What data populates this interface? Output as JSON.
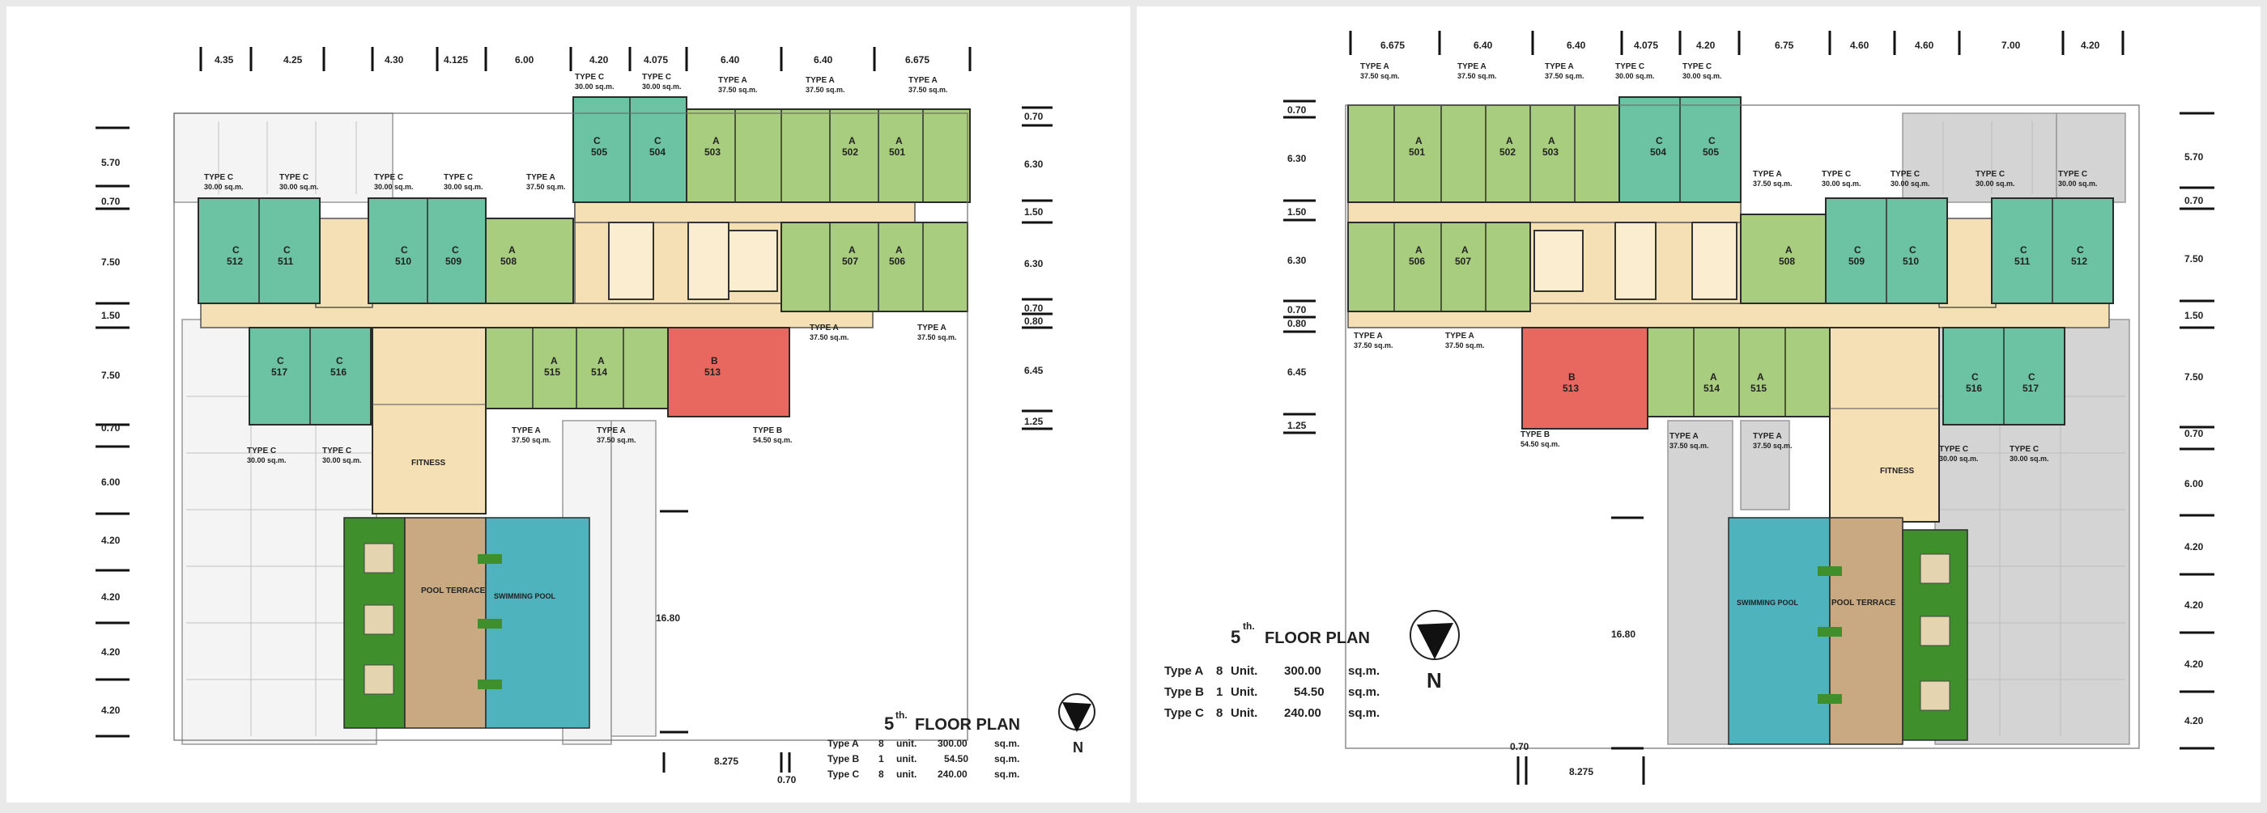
{
  "panels": [
    {
      "id": "left",
      "title_num": "5",
      "title_sup": "th.",
      "title_text": "FLOOR PLAN",
      "north_label": "N",
      "top_dims": [
        "4.35",
        "4.25",
        "4.30",
        "4.125",
        "6.00",
        "4.20",
        "4.075",
        "6.40",
        "6.40",
        "6.675"
      ],
      "left_dims": [
        "5.70",
        "0.70",
        "7.50",
        "1.50",
        "7.50",
        "0.70",
        "6.00",
        "4.20",
        "4.20",
        "4.20",
        "4.20"
      ],
      "right_dims": [
        "0.70",
        "6.30",
        "1.50",
        "6.30",
        "0.70",
        "0.80",
        "6.45",
        "1.25"
      ],
      "bottom_dims": [
        "8.275",
        "0.70"
      ],
      "pool_dim": "16.80",
      "summary": [
        {
          "type": "Type A",
          "count": "8",
          "unit": "unit.",
          "area": "300.00",
          "area_unit": "sq.m."
        },
        {
          "type": "Type B",
          "count": "1",
          "unit": "unit.",
          "area": "54.50",
          "area_unit": "sq.m."
        },
        {
          "type": "Type C",
          "count": "8",
          "unit": "unit.",
          "area": "240.00",
          "area_unit": "sq.m."
        }
      ],
      "units": [
        {
          "type": "C",
          "no": "505"
        },
        {
          "type": "C",
          "no": "504"
        },
        {
          "type": "A",
          "no": "503"
        },
        {
          "type": "A",
          "no": "502"
        },
        {
          "type": "A",
          "no": "501"
        },
        {
          "type": "C",
          "no": "512"
        },
        {
          "type": "C",
          "no": "511"
        },
        {
          "type": "C",
          "no": "510"
        },
        {
          "type": "C",
          "no": "509"
        },
        {
          "type": "A",
          "no": "508"
        },
        {
          "type": "A",
          "no": "507"
        },
        {
          "type": "A",
          "no": "506"
        },
        {
          "type": "C",
          "no": "517"
        },
        {
          "type": "C",
          "no": "516"
        },
        {
          "type": "A",
          "no": "515"
        },
        {
          "type": "A",
          "no": "514"
        },
        {
          "type": "B",
          "no": "513"
        }
      ],
      "type_labels": [
        {
          "name": "TYPE C",
          "area": "30.00 sq.m."
        },
        {
          "name": "TYPE C",
          "area": "30.00 sq.m."
        },
        {
          "name": "TYPE A",
          "area": "37.50 sq.m."
        },
        {
          "name": "TYPE A",
          "area": "37.50 sq.m."
        },
        {
          "name": "TYPE A",
          "area": "37.50 sq.m."
        },
        {
          "name": "TYPE C",
          "area": "30.00 sq.m."
        },
        {
          "name": "TYPE C",
          "area": "30.00 sq.m."
        },
        {
          "name": "TYPE C",
          "area": "30.00 sq.m."
        },
        {
          "name": "TYPE C",
          "area": "30.00 sq.m."
        },
        {
          "name": "TYPE A",
          "area": "37.50 sq.m."
        },
        {
          "name": "TYPE A",
          "area": "37.50 sq.m."
        },
        {
          "name": "TYPE A",
          "area": "37.50 sq.m."
        },
        {
          "name": "TYPE C",
          "area": "30.00 sq.m."
        },
        {
          "name": "TYPE C",
          "area": "30.00 sq.m."
        },
        {
          "name": "TYPE A",
          "area": "37.50 sq.m."
        },
        {
          "name": "TYPE A",
          "area": "37.50 sq.m."
        },
        {
          "name": "TYPE B",
          "area": "54.50 sq.m."
        }
      ],
      "rooms": {
        "fitness": "FITNESS",
        "pool_terrace": "POOL TERRACE",
        "pool": "SWIMMING POOL"
      }
    },
    {
      "id": "right",
      "title_num": "5",
      "title_sup": "th.",
      "title_text": "FLOOR PLAN",
      "north_label": "N",
      "top_dims": [
        "6.675",
        "6.40",
        "6.40",
        "4.075",
        "4.20",
        "6.75",
        "4.60",
        "4.60",
        "7.00",
        "4.20"
      ],
      "left_dims": [
        "0.70",
        "6.30",
        "1.50",
        "6.30",
        "0.70",
        "0.80",
        "6.45",
        "1.25"
      ],
      "right_dims": [
        "5.70",
        "0.70",
        "7.50",
        "1.50",
        "7.50",
        "0.70",
        "6.00",
        "4.20",
        "4.20",
        "4.20",
        "4.20"
      ],
      "bottom_dims": [
        "0.70",
        "8.275"
      ],
      "pool_dim": "16.80",
      "summary": [
        {
          "type": "Type A",
          "count": "8",
          "unit": "Unit.",
          "area": "300.00",
          "area_unit": "sq.m."
        },
        {
          "type": "Type B",
          "count": "1",
          "unit": "Unit.",
          "area": "54.50",
          "area_unit": "sq.m."
        },
        {
          "type": "Type C",
          "count": "8",
          "unit": "Unit.",
          "area": "240.00",
          "area_unit": "sq.m."
        }
      ],
      "units": [
        {
          "type": "A",
          "no": "501"
        },
        {
          "type": "A",
          "no": "502"
        },
        {
          "type": "A",
          "no": "503"
        },
        {
          "type": "C",
          "no": "504"
        },
        {
          "type": "C",
          "no": "505"
        },
        {
          "type": "A",
          "no": "506"
        },
        {
          "type": "A",
          "no": "507"
        },
        {
          "type": "A",
          "no": "508"
        },
        {
          "type": "C",
          "no": "509"
        },
        {
          "type": "C",
          "no": "510"
        },
        {
          "type": "C",
          "no": "511"
        },
        {
          "type": "C",
          "no": "512"
        },
        {
          "type": "B",
          "no": "513"
        },
        {
          "type": "A",
          "no": "514"
        },
        {
          "type": "A",
          "no": "515"
        },
        {
          "type": "C",
          "no": "516"
        },
        {
          "type": "C",
          "no": "517"
        }
      ],
      "type_labels": [
        {
          "name": "TYPE A",
          "area": "37.50 sq.m."
        },
        {
          "name": "TYPE A",
          "area": "37.50 sq.m."
        },
        {
          "name": "TYPE A",
          "area": "37.50 sq.m."
        },
        {
          "name": "TYPE C",
          "area": "30.00 sq.m."
        },
        {
          "name": "TYPE C",
          "area": "30.00 sq.m."
        },
        {
          "name": "TYPE A",
          "area": "37.50 sq.m."
        },
        {
          "name": "TYPE C",
          "area": "30.00 sq.m."
        },
        {
          "name": "TYPE C",
          "area": "30.00 sq.m."
        },
        {
          "name": "TYPE C",
          "area": "30.00 sq.m."
        },
        {
          "name": "TYPE C",
          "area": "30.00 sq.m."
        },
        {
          "name": "TYPE A",
          "area": "37.50 sq.m."
        },
        {
          "name": "TYPE A",
          "area": "37.50 sq.m."
        },
        {
          "name": "TYPE B",
          "area": "54.50 sq.m."
        },
        {
          "name": "TYPE A",
          "area": "37.50 sq.m."
        },
        {
          "name": "TYPE A",
          "area": "37.50 sq.m."
        },
        {
          "name": "TYPE C",
          "area": "30.00 sq.m."
        },
        {
          "name": "TYPE C",
          "area": "30.00 sq.m."
        }
      ],
      "rooms": {
        "fitness": "FITNESS",
        "pool_terrace": "POOL TERRACE",
        "pool": "SWIMMING POOL"
      }
    }
  ],
  "colors": {
    "type_a": "#a9cd7f",
    "type_b": "#e8685f",
    "type_c": "#6cc3a3",
    "corridor": "#f5dfb5",
    "pool": "#4fb3bd",
    "terrace": "#c8a982",
    "garden": "#3f8f2c",
    "parking": "#d4d4d4"
  }
}
